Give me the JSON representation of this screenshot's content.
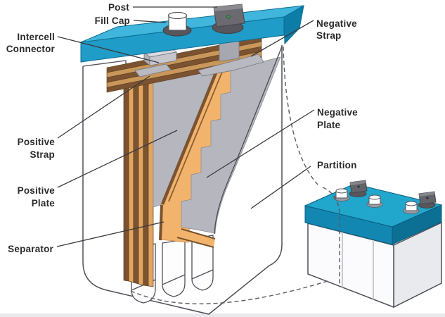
{
  "figure": {
    "type": "labeled-diagram",
    "subject": "Lead-acid battery cutaway with exterior battery callout"
  },
  "labels": {
    "post": "Post",
    "fill_cap": "Fill Cap",
    "intercell_connector": [
      "Intercell",
      "Connector"
    ],
    "negative_strap": [
      "Negative",
      "Strap"
    ],
    "positive_strap": [
      "Positive",
      "Strap"
    ],
    "positive_plate": [
      "Positive",
      "Plate"
    ],
    "separator": "Separator",
    "negative_plate": [
      "Negative",
      "Plate"
    ],
    "partition": "Partition"
  },
  "colors": {
    "lid_top": "#41b6dc",
    "lid_front": "#1f9cc7",
    "lid_side": "#0c7da6",
    "small_lid_top": "#21a6cc",
    "small_lid_front": "#1187b1",
    "small_lid_side": "#0c6f94",
    "case_fill": "#ffffff",
    "case_side_fill": "#e9eaed",
    "case_outline": "#50505a",
    "plate_gray": "#b6b6be",
    "plate_brown": "#7b5330",
    "plate_tan": "#e2a55f",
    "separator_orange": "#f2b46c",
    "strap_gray": "#b9b9c1",
    "post_gray": "#6a6a70",
    "label_color": "#2b2b2b"
  }
}
